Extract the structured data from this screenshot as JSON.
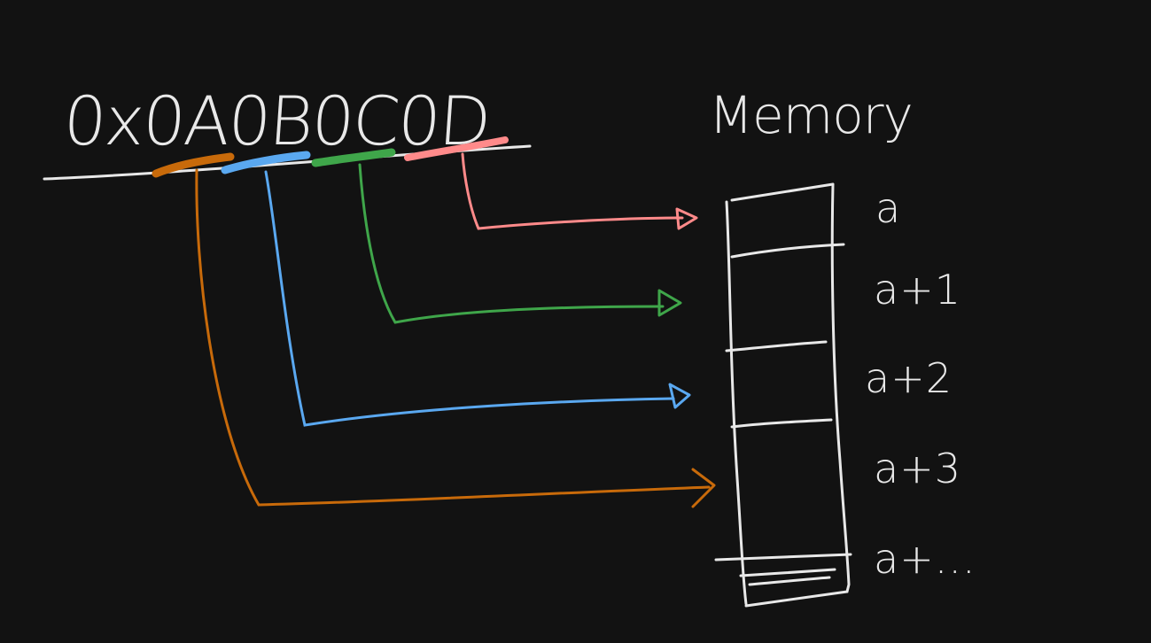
{
  "hex_value": "0x0A0B0C0D",
  "memory": {
    "title": "Memory",
    "addresses": [
      "a",
      "a+1",
      "a+2",
      "a+3",
      "a+..."
    ]
  },
  "byte_mappings": [
    {
      "byte": "0D",
      "address": "a",
      "color": "#ff8a8a"
    },
    {
      "byte": "0C",
      "address": "a+1",
      "color": "#3fa64a"
    },
    {
      "byte": "0B",
      "address": "a+2",
      "color": "#5aa8f0"
    },
    {
      "byte": "0A",
      "address": "a+3",
      "color": "#c86a0a"
    }
  ],
  "colors": {
    "background": "#121212",
    "stroke": "#e8e8e8"
  }
}
